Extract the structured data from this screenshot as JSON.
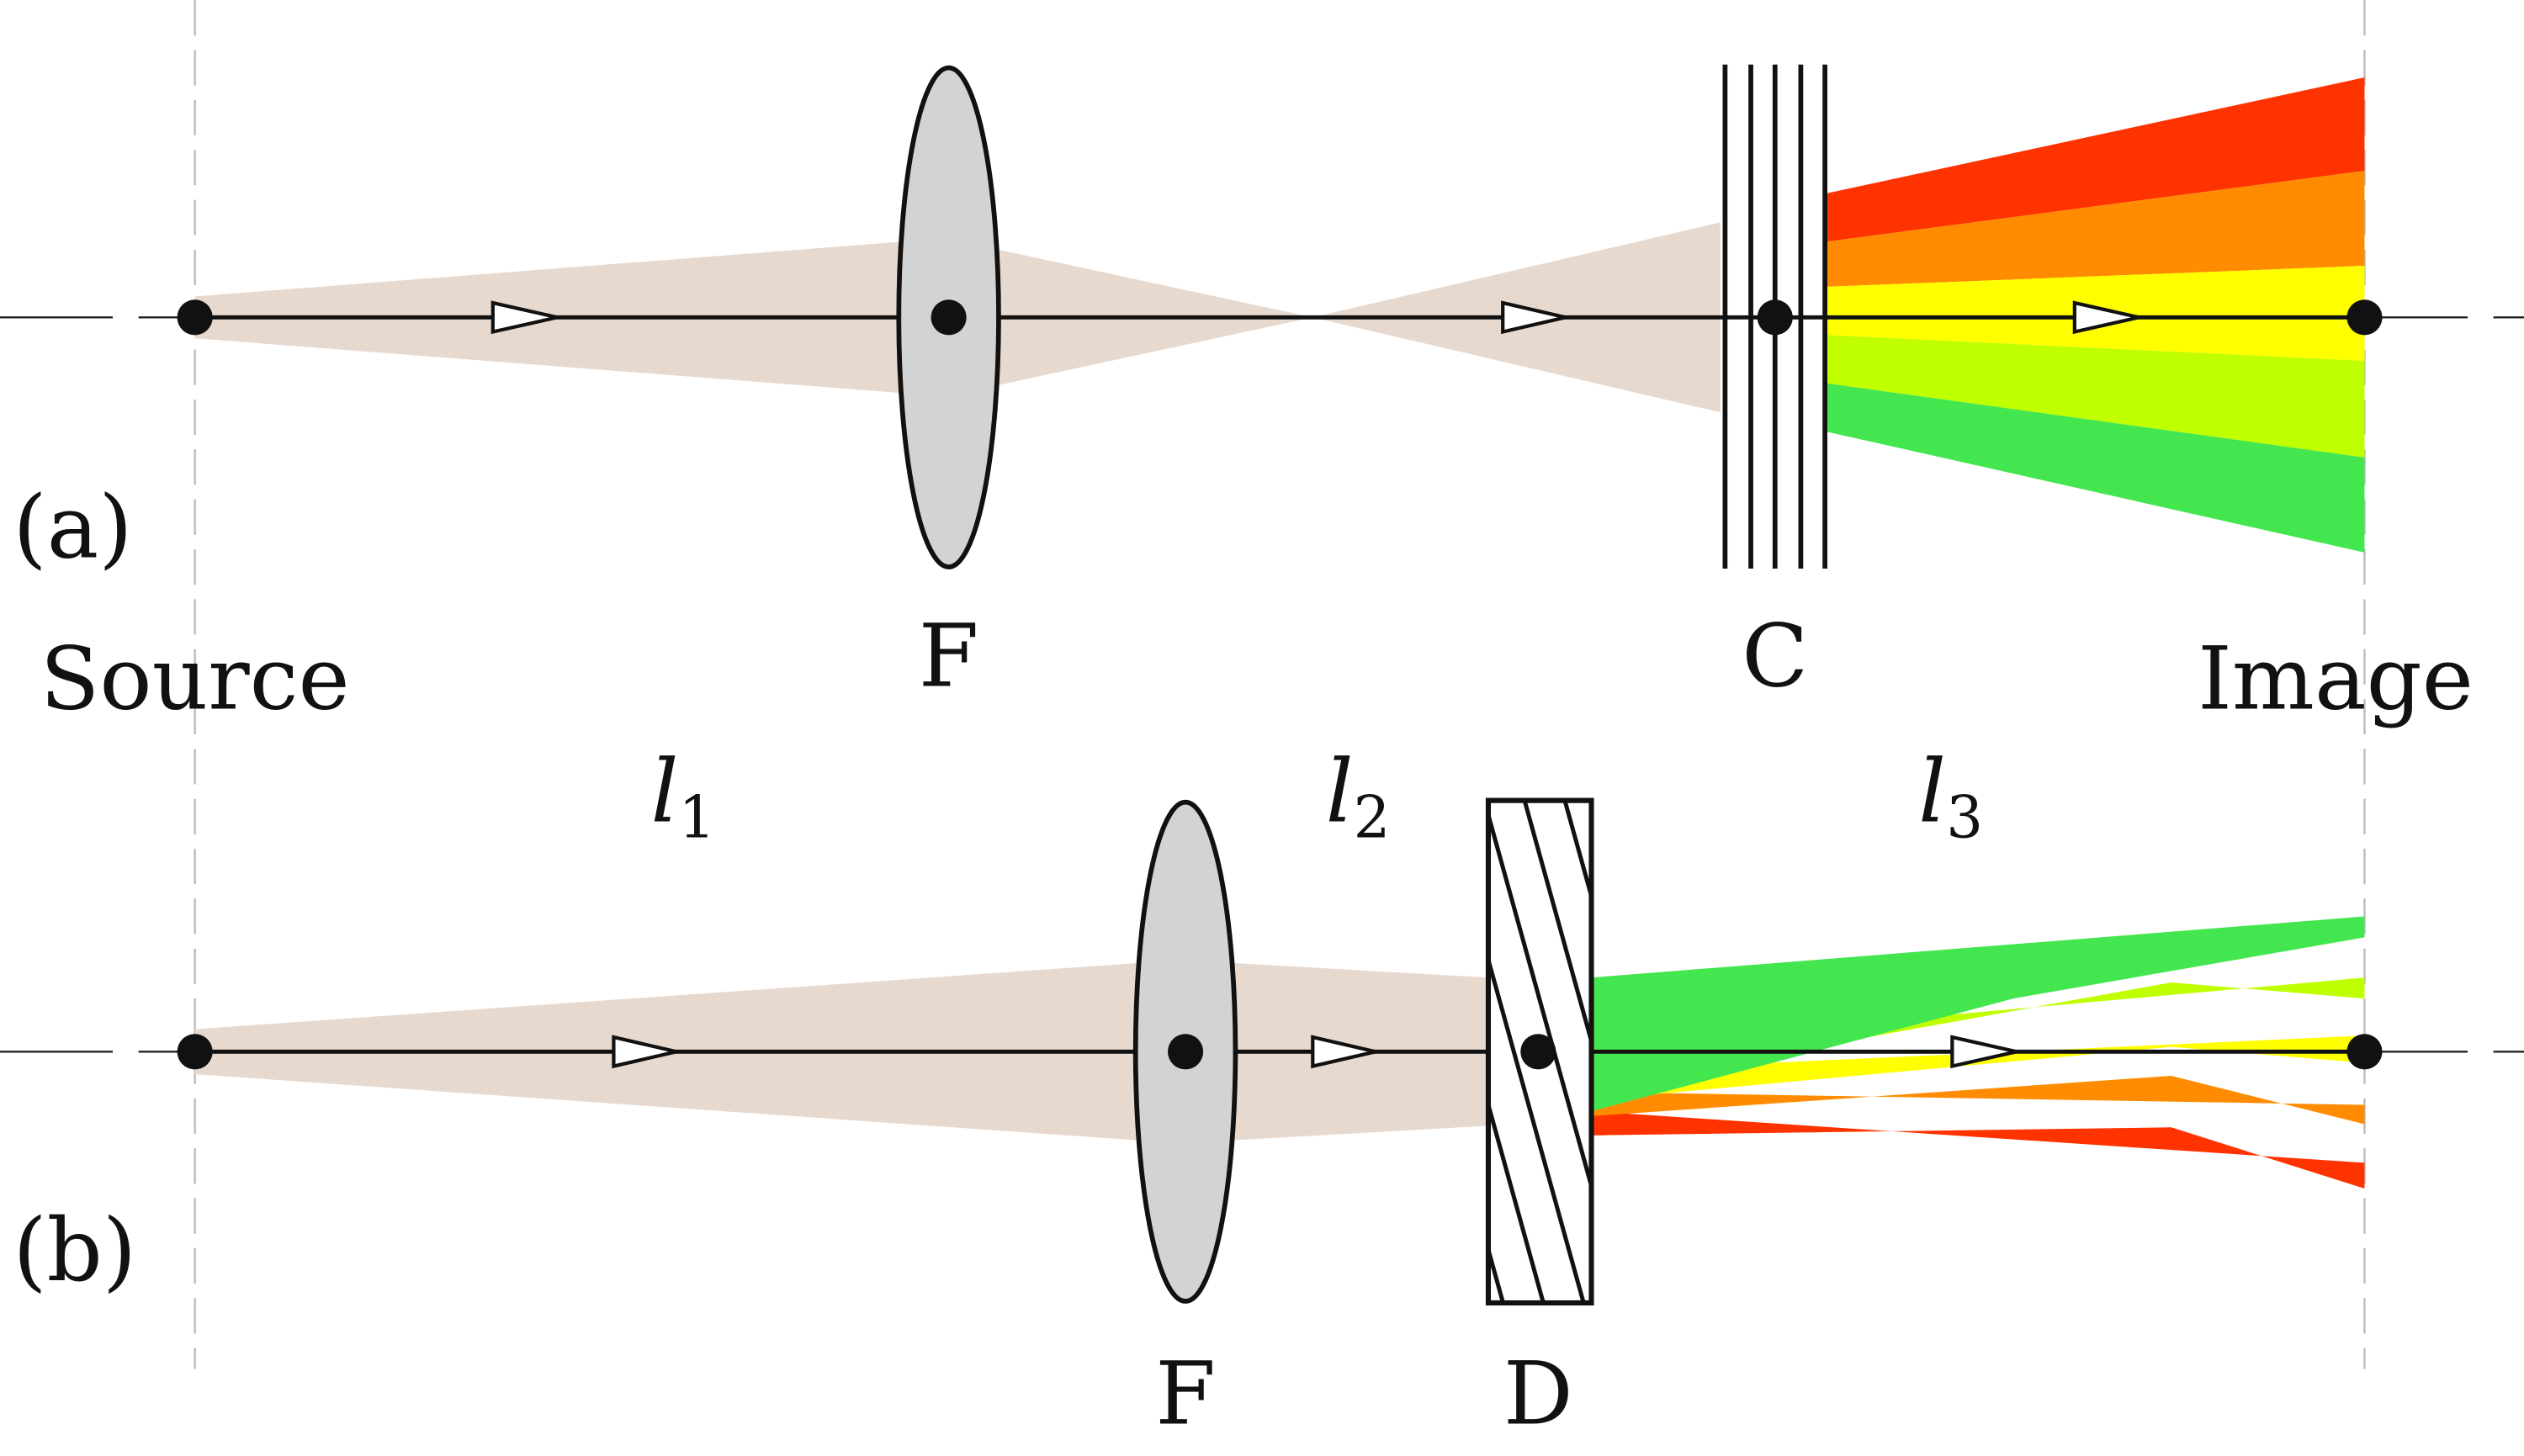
{
  "panels": {
    "a": {
      "tag": "(a)",
      "lens_label": "F",
      "element_label": "C"
    },
    "b": {
      "tag": "(b)",
      "lens_label": "F",
      "element_label": "D"
    }
  },
  "source_label": "Source",
  "image_label": "Image",
  "distances": {
    "l1": {
      "base": "l",
      "sub": "1"
    },
    "l2": {
      "base": "l",
      "sub": "2"
    },
    "l3": {
      "base": "l",
      "sub": "3"
    }
  },
  "colors": {
    "beam": "#e8d9cf",
    "lens": "#d3d3d3",
    "red": "#ff3300",
    "orange": "#ff8c00",
    "yellow": "#ffff00",
    "yellow_green": "#bfff00",
    "green": "#44e64f"
  }
}
